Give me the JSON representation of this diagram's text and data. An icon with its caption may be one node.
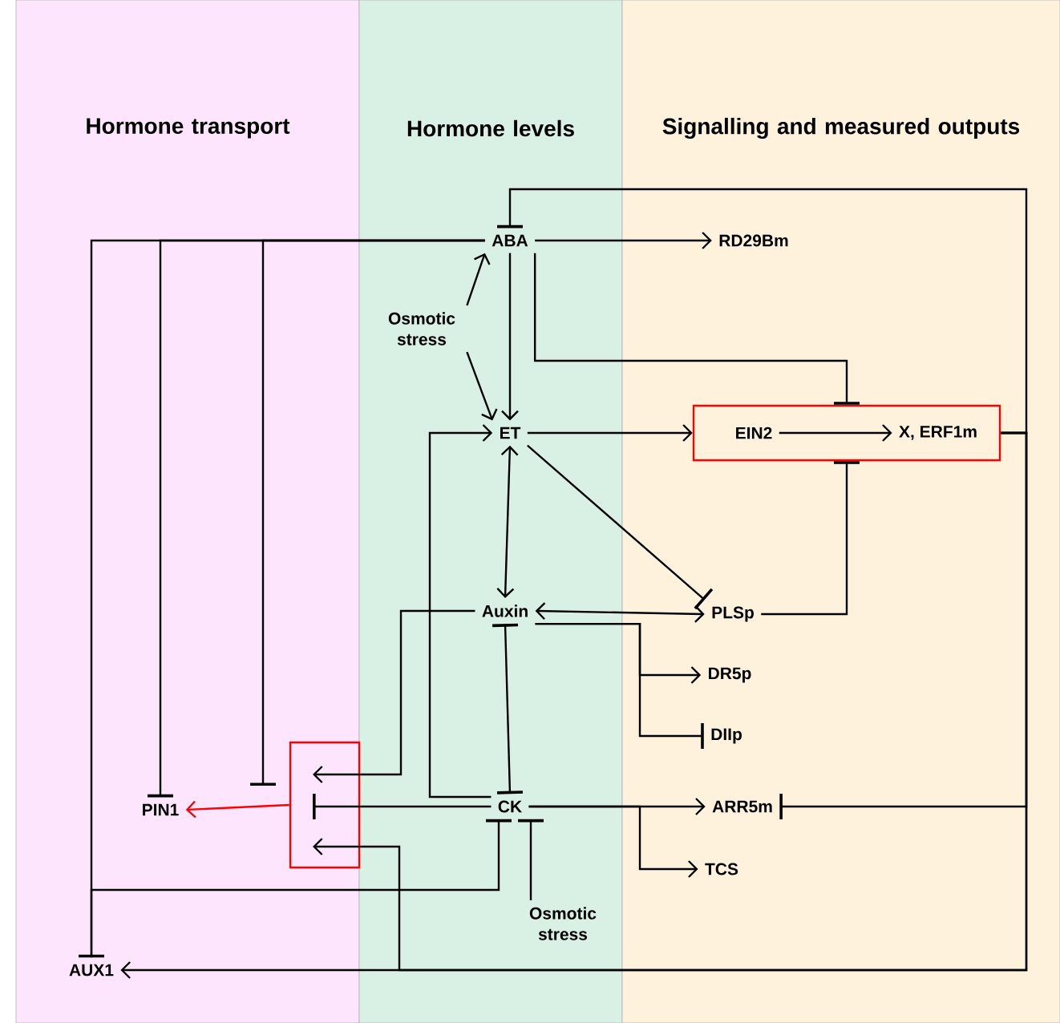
{
  "diagram": {
    "nodes": [
      {
        "text": [
          "Hormone transport"
        ]
      },
      {
        "text": [
          "Hormone levels"
        ]
      },
      {
        "text": [
          "Signalling and measured outputs"
        ]
      },
      {
        "text": [
          "ABA"
        ],
        "in": 1
      },
      {
        "text": [
          "Osmotic stress"
        ],
        "in": 1
      },
      {
        "text": [
          "ET"
        ],
        "in": 1
      },
      {
        "text": [
          "Auxin"
        ],
        "in": 1
      },
      {
        "text": [
          "CK"
        ],
        "in": 1
      },
      {
        "text": [
          "Osmotic stress"
        ],
        "in": 1
      },
      {
        "text": [
          "RD29Bm"
        ],
        "in": 2
      },
      {
        "text": [],
        "shape": "box",
        "in": 2
      },
      {
        "text": [
          "EIN2"
        ],
        "in": 10
      },
      {
        "text": [
          "X, ERF1m"
        ],
        "in": 10
      },
      {
        "text": [
          "PLSp"
        ],
        "in": 2
      },
      {
        "text": [
          "DR5p"
        ],
        "in": 2
      },
      {
        "text": [
          "DIIp"
        ],
        "in": 2
      },
      {
        "text": [
          "ARR5m"
        ],
        "in": 2
      },
      {
        "text": [
          "TCS"
        ],
        "in": 2
      },
      {
        "text": [
          "PIN1"
        ],
        "in": 0
      },
      {
        "text": [
          "AUX1"
        ],
        "in": 0
      },
      {
        "text": [],
        "shape": "box",
        "in": 0
      }
    ],
    "edges": [
      {
        "from": 3,
        "to": 9,
        "arrow": "to"
      },
      {
        "from": 4,
        "to": 3,
        "arrow": "to"
      },
      {
        "from": 4,
        "to": 5,
        "arrow": "to"
      },
      {
        "from": 3,
        "to": 5,
        "arrow": "to"
      },
      {
        "from": 3,
        "to": 10,
        "arrow": "other"
      },
      {
        "from": 10,
        "to": 3,
        "arrow": "other"
      },
      {
        "from": 10,
        "to": 16,
        "arrow": "other"
      },
      {
        "from": 10,
        "to": 19,
        "arrow": "to"
      },
      {
        "from": 10,
        "to": 20,
        "arrow": "to"
      },
      {
        "from": 5,
        "to": 10,
        "arrow": "to"
      },
      {
        "from": 11,
        "to": 12,
        "arrow": "to"
      },
      {
        "from": 5,
        "to": 13,
        "arrow": "other"
      },
      {
        "from": 13,
        "to": 10,
        "arrow": "other"
      },
      {
        "from": 5,
        "to": 6,
        "arrow": "both"
      },
      {
        "from": 6,
        "to": 13,
        "arrow": "both"
      },
      {
        "from": 6,
        "to": 14,
        "arrow": "to"
      },
      {
        "from": 6,
        "to": 15,
        "arrow": "other"
      },
      {
        "from": 6,
        "to": 7,
        "arrow": "other"
      },
      {
        "from": 7,
        "to": 16,
        "arrow": "to"
      },
      {
        "from": 7,
        "to": 17,
        "arrow": "to"
      },
      {
        "from": 7,
        "to": 5,
        "arrow": "to"
      },
      {
        "from": 7,
        "to": 20,
        "arrow": "other"
      },
      {
        "from": 6,
        "to": 20,
        "arrow": "to"
      },
      {
        "from": 3,
        "to": 18,
        "arrow": "other"
      },
      {
        "from": 3,
        "to": 20,
        "arrow": "other"
      },
      {
        "from": 3,
        "to": 19,
        "arrow": "other"
      },
      {
        "from": 19,
        "to": 7,
        "arrow": "other"
      },
      {
        "from": 8,
        "to": 7,
        "arrow": "other"
      },
      {
        "from": 20,
        "to": 18,
        "arrow": "to",
        "color": "#ff0000"
      }
    ]
  }
}
